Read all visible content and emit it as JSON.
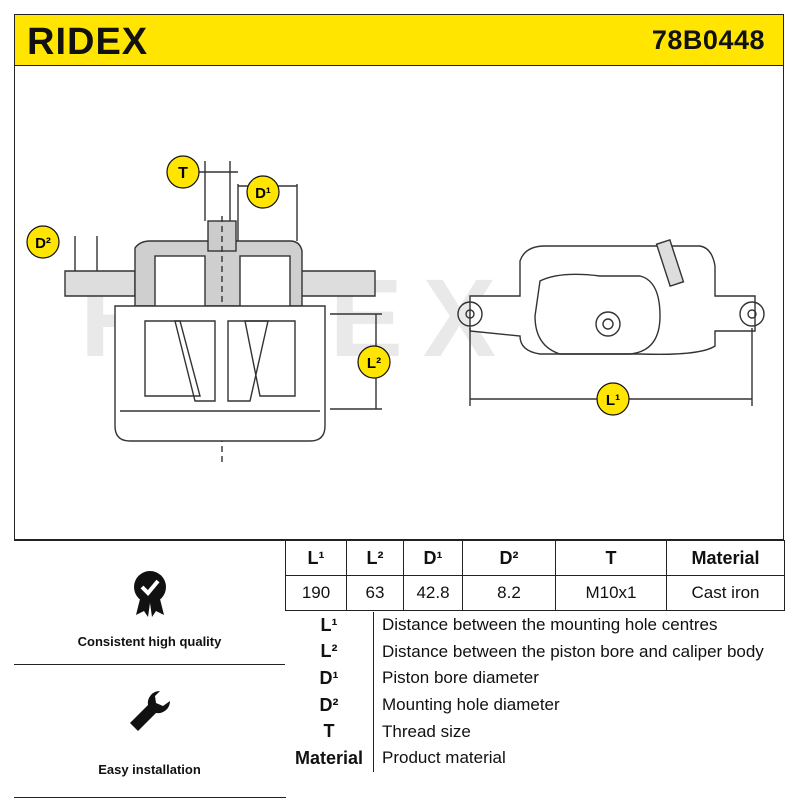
{
  "brand": "RIDEX",
  "part_number": "78B0448",
  "diagram": {
    "labels": {
      "t": "T",
      "d1": "D¹",
      "d2": "D²",
      "l1": "L¹",
      "l2": "L²"
    }
  },
  "features": [
    {
      "label": "Consistent high quality",
      "icon": "badge-check-icon"
    },
    {
      "label": "Easy installation",
      "icon": "wrench-icon"
    }
  ],
  "spec_table": {
    "headers": [
      "L¹",
      "L²",
      "D¹",
      "D²",
      "T",
      "Material"
    ],
    "values": [
      "190",
      "63",
      "42.8",
      "8.2",
      "M10x1",
      "Cast iron"
    ]
  },
  "legend": [
    {
      "key": "L¹",
      "desc": "Distance between the mounting hole centres"
    },
    {
      "key": "L²",
      "desc": "Distance between the piston bore and caliper body"
    },
    {
      "key": "D¹",
      "desc": "Piston bore diameter"
    },
    {
      "key": "D²",
      "desc": "Mounting hole diameter"
    },
    {
      "key": "T",
      "desc": "Thread size"
    },
    {
      "key": "Material",
      "desc": "Product material"
    }
  ],
  "colors": {
    "accent": "#ffe500",
    "line": "#222222",
    "watermark": "#e6e6e6"
  }
}
